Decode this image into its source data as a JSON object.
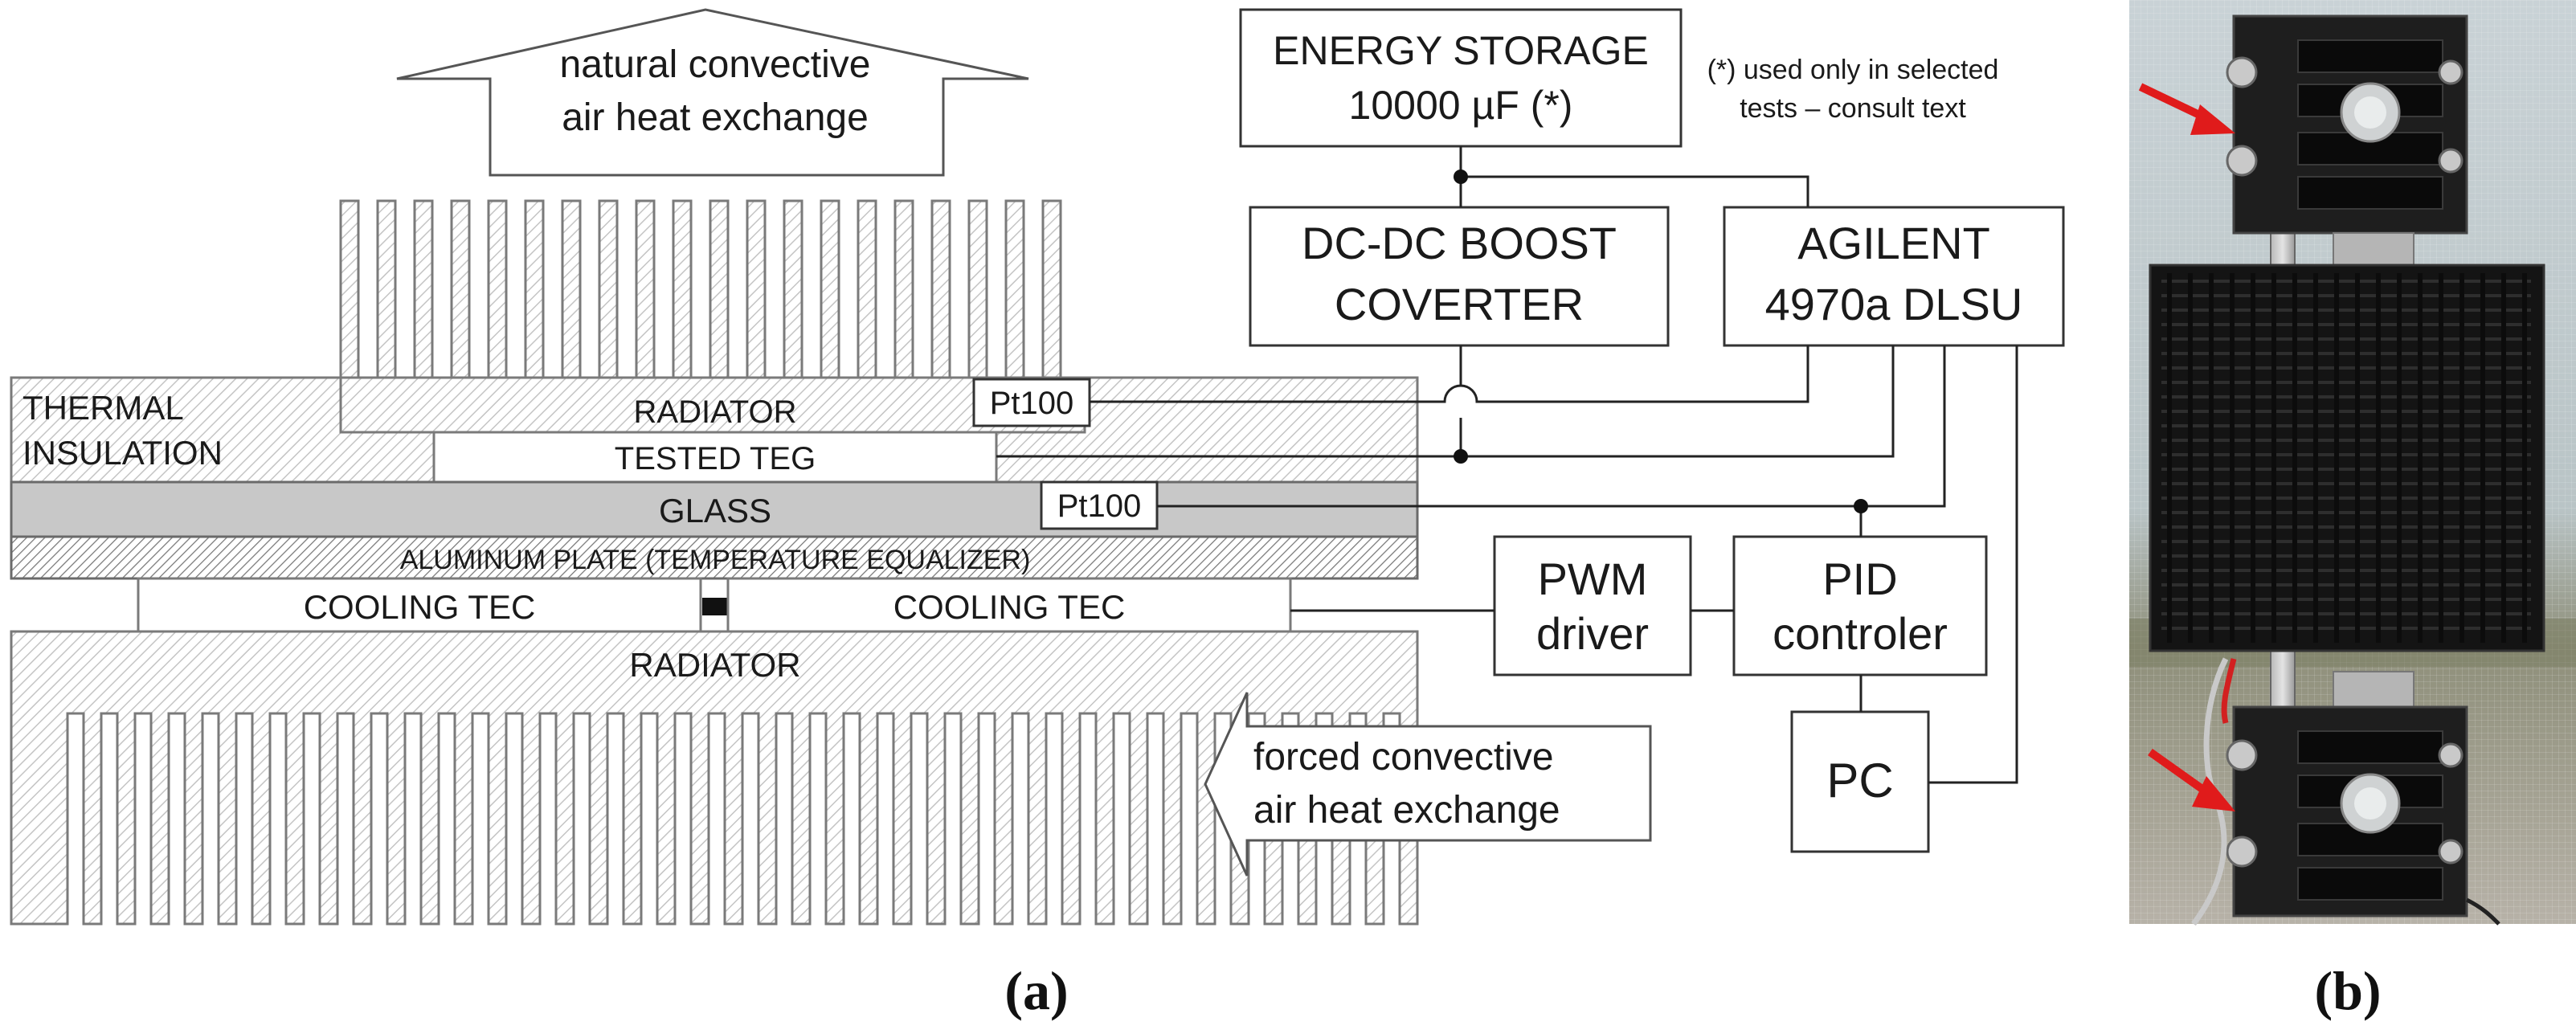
{
  "panel_a": {
    "caption": "(a)",
    "top_arrow": {
      "line1": "natural convective",
      "line2": "air heat exchange"
    },
    "side_arrow": {
      "line1": "forced convective",
      "line2": "air heat exchange"
    },
    "layers": {
      "top_radiator": "RADIATOR",
      "thermal_insulation_line1": "THERMAL",
      "thermal_insulation_line2": "INSULATION",
      "tested_teg": "TESTED TEG",
      "glass": "GLASS",
      "aluminum_plate": "ALUMINUM PLATE (TEMPERATURE EQUALIZER)",
      "cooling_tec_left": "COOLING TEC",
      "cooling_tec_right": "COOLING TEC",
      "bottom_radiator": "RADIATOR",
      "pt100_upper": "Pt100",
      "pt100_lower": "Pt100"
    },
    "blocks": {
      "energy_storage_line1": "ENERGY STORAGE",
      "energy_storage_line2": "10000 µF (*)",
      "note_line1": "(*) used only in selected",
      "note_line2": "tests – consult text",
      "dcdc_line1": "DC-DC BOOST",
      "dcdc_line2": "COVERTER",
      "agilent_line1": "AGILENT",
      "agilent_line2": "4970a DLSU",
      "pwm_line1": "PWM",
      "pwm_line2": "driver",
      "pid_line1": "PID",
      "pid_line2": "controler",
      "pc": "PC"
    }
  },
  "panel_b": {
    "caption": "(b)",
    "photo": "Photograph of the test stand: two TEG modules on an aluminum bracket with a central black finned radiator; two red arrows point at the mounting bolts"
  }
}
